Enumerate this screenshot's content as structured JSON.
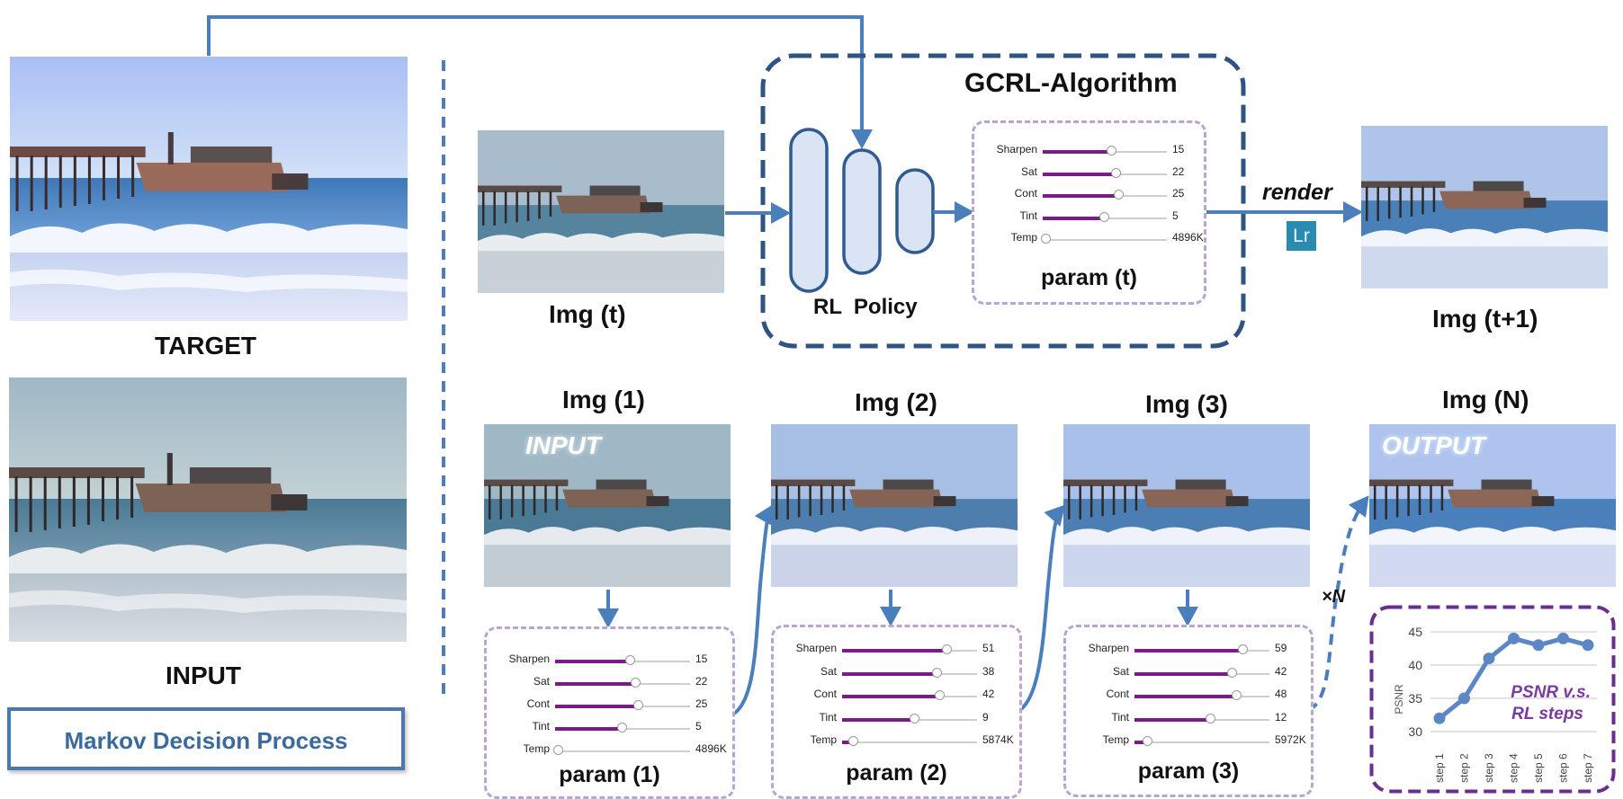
{
  "labels": {
    "target": "TARGET",
    "input": "INPUT",
    "img_t": "Img (t)",
    "img_t1": "Img (t+1)",
    "img_1": "Img (1)",
    "img_2": "Img (2)",
    "img_3": "Img (3)",
    "img_n": "Img (N)",
    "gcrl": "GCRL-Algorithm",
    "rl_policy": "RL  Policy",
    "render": "render",
    "lr_logo": "Lr",
    "overlay_input": "INPUT",
    "overlay_output": "OUTPUT",
    "times_n": "×N",
    "mdp": "Markov Decision Process"
  },
  "param_boxes": {
    "t": {
      "title": "param (t)",
      "params": [
        {
          "name": "Sharpen",
          "value": "15",
          "level": 0.55
        },
        {
          "name": "Sat",
          "value": "22",
          "level": 0.59
        },
        {
          "name": "Cont",
          "value": "25",
          "level": 0.61
        },
        {
          "name": "Tint",
          "value": "5",
          "level": 0.49
        },
        {
          "name": "Temp",
          "value": "4896K",
          "level": 0.02
        }
      ]
    },
    "p1": {
      "title": "param (1)",
      "params": [
        {
          "name": "Sharpen",
          "value": "15",
          "level": 0.55
        },
        {
          "name": "Sat",
          "value": "22",
          "level": 0.59
        },
        {
          "name": "Cont",
          "value": "25",
          "level": 0.61
        },
        {
          "name": "Tint",
          "value": "5",
          "level": 0.49
        },
        {
          "name": "Temp",
          "value": "4896K",
          "level": 0.02
        }
      ]
    },
    "p2": {
      "title": "param (2)",
      "params": [
        {
          "name": "Sharpen",
          "value": "51",
          "level": 0.77
        },
        {
          "name": "Sat",
          "value": "38",
          "level": 0.7
        },
        {
          "name": "Cont",
          "value": "42",
          "level": 0.72
        },
        {
          "name": "Tint",
          "value": "9",
          "level": 0.53
        },
        {
          "name": "Temp",
          "value": "5874K",
          "level": 0.08
        }
      ]
    },
    "p3": {
      "title": "param (3)",
      "params": [
        {
          "name": "Sharpen",
          "value": "59",
          "level": 0.8
        },
        {
          "name": "Sat",
          "value": "42",
          "level": 0.72
        },
        {
          "name": "Cont",
          "value": "48",
          "level": 0.75
        },
        {
          "name": "Tint",
          "value": "12",
          "level": 0.56
        },
        {
          "name": "Temp",
          "value": "5972K",
          "level": 0.09
        }
      ]
    }
  },
  "colors": {
    "arrow_blue": "#4a7fbc",
    "gcrl_border": "#2f5384",
    "param_border": "#b7a6cf",
    "slider_fill": "#7b1a8a",
    "chart_border": "#6a2d91",
    "chart_line": "#5b87c5",
    "chart_annotation": "#7a3aa0"
  },
  "chart_data": {
    "type": "line",
    "categories": [
      "step 1",
      "step 2",
      "step 3",
      "step 4",
      "step 5",
      "step 6",
      "step 7"
    ],
    "series": [
      {
        "values": [
          32,
          35,
          41,
          44,
          43,
          44,
          43
        ]
      }
    ],
    "ylabel": "PSNR",
    "xlabel": "",
    "ylim": [
      30,
      45
    ],
    "yticks": [
      "45",
      "40",
      "35",
      "30"
    ],
    "annotation": [
      "PSNR v.s.",
      "RL steps"
    ],
    "grid": true
  }
}
